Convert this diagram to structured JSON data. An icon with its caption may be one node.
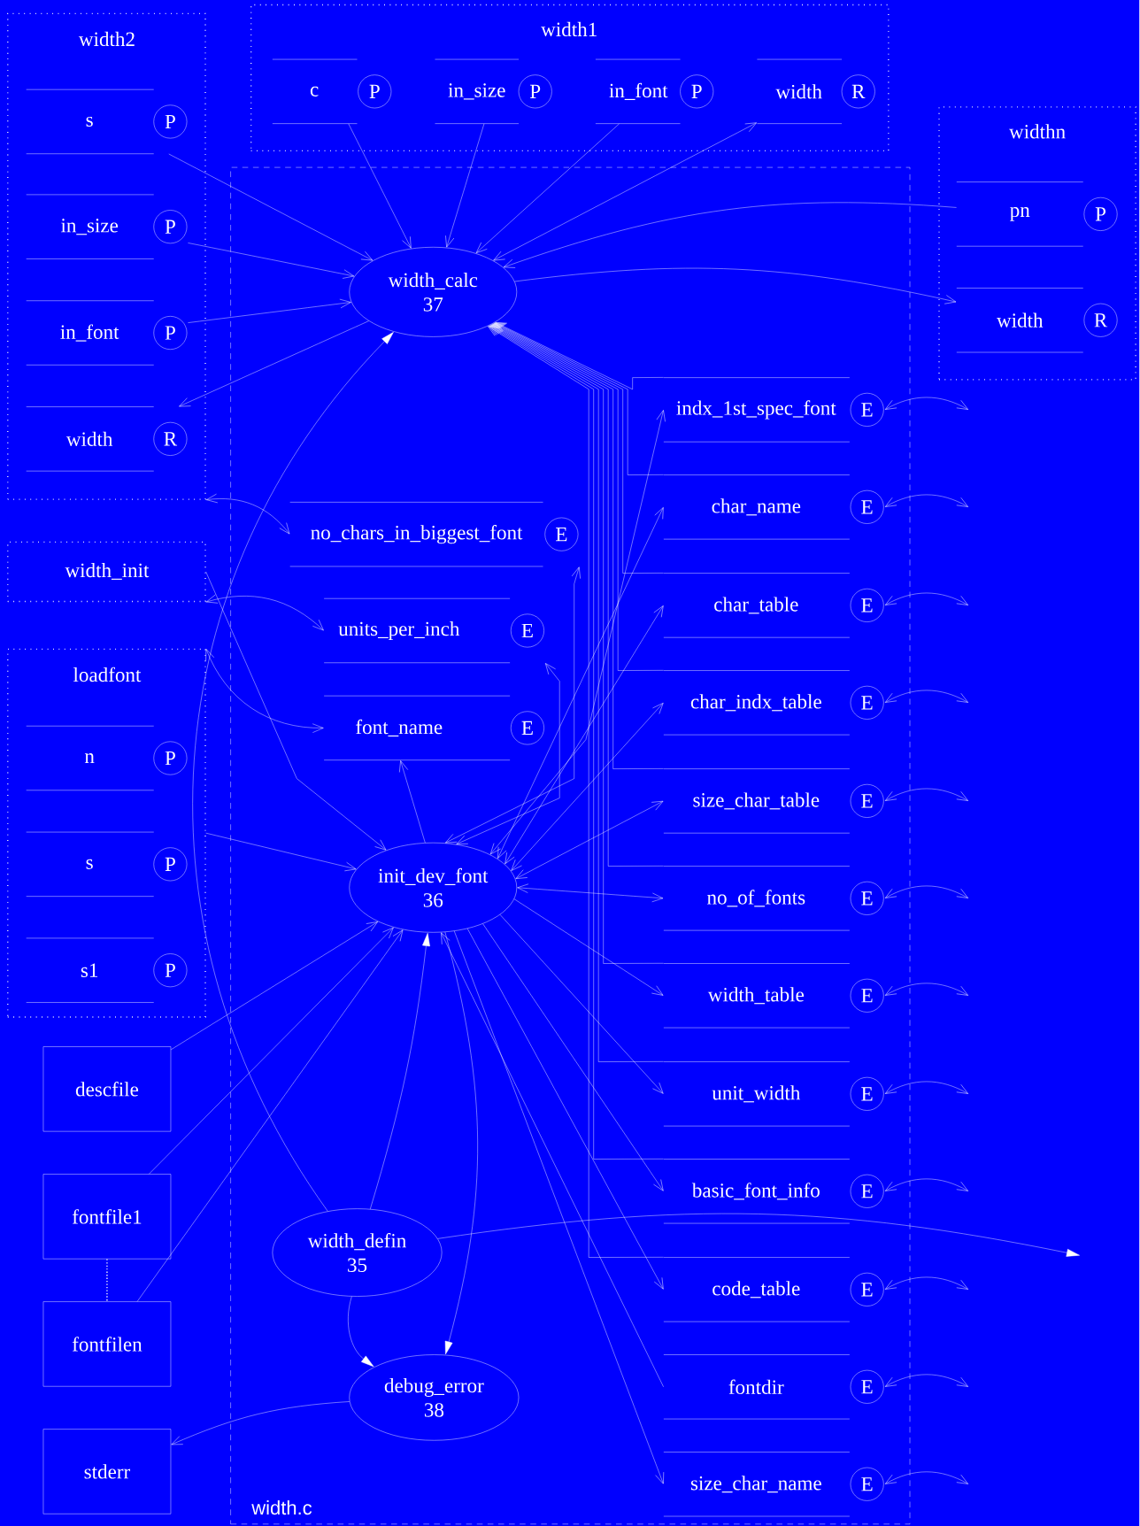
{
  "diagram": {
    "nodes": [
      {
        "text": [
          "width2"
        ]
      },
      {
        "text": [
          "s",
          "P"
        ],
        "in": 0
      },
      {
        "text": [
          "in_size",
          "P"
        ],
        "in": 0
      },
      {
        "text": [
          "in_font",
          "P"
        ],
        "in": 0
      },
      {
        "text": [
          "width",
          "R"
        ],
        "in": 0
      },
      {
        "text": [
          "width1"
        ]
      },
      {
        "text": [
          "c",
          "P"
        ],
        "in": 5
      },
      {
        "text": [
          "in_size",
          "P"
        ],
        "in": 5
      },
      {
        "text": [
          "in_font",
          "P"
        ],
        "in": 5
      },
      {
        "text": [
          "width",
          "R"
        ],
        "in": 5
      },
      {
        "text": [
          "widthn"
        ]
      },
      {
        "text": [
          "pn",
          "P"
        ],
        "in": 10
      },
      {
        "text": [
          "width",
          "R"
        ],
        "in": 10
      },
      {
        "text": [
          "width_init"
        ]
      },
      {
        "text": [
          "loadfont"
        ]
      },
      {
        "text": [
          "n",
          "P"
        ],
        "in": 14
      },
      {
        "text": [
          "s",
          "P"
        ],
        "in": 14
      },
      {
        "text": [
          "s1",
          "P"
        ],
        "in": 14
      },
      {
        "text": [
          "width.c"
        ]
      },
      {
        "text": [
          "width_calc",
          "37"
        ],
        "in": 18
      },
      {
        "text": [
          "init_dev_font",
          "36"
        ],
        "in": 18
      },
      {
        "text": [
          "width_defin",
          "35"
        ],
        "in": 18
      },
      {
        "text": [
          "debug_error",
          "38"
        ],
        "in": 18
      },
      {
        "text": [
          "no_chars_in_biggest_font",
          "E"
        ],
        "in": 18
      },
      {
        "text": [
          "units_per_inch",
          "E"
        ],
        "in": 18
      },
      {
        "text": [
          "font_name",
          "E"
        ],
        "in": 18
      },
      {
        "text": [
          "indx_1st_spec_font",
          "E"
        ],
        "in": 18
      },
      {
        "text": [
          "char_name",
          "E"
        ],
        "in": 18
      },
      {
        "text": [
          "char_table",
          "E"
        ],
        "in": 18
      },
      {
        "text": [
          "char_indx_table",
          "E"
        ],
        "in": 18
      },
      {
        "text": [
          "size_char_table",
          "E"
        ],
        "in": 18
      },
      {
        "text": [
          "no_of_fonts",
          "E"
        ],
        "in": 18
      },
      {
        "text": [
          "width_table",
          "E"
        ],
        "in": 18
      },
      {
        "text": [
          "unit_width",
          "E"
        ],
        "in": 18
      },
      {
        "text": [
          "basic_font_info",
          "E"
        ],
        "in": 18
      },
      {
        "text": [
          "code_table",
          "E"
        ],
        "in": 18
      },
      {
        "text": [
          "fontdir",
          "E"
        ],
        "in": 18
      },
      {
        "text": [
          "size_char_name",
          "E"
        ],
        "in": 18
      },
      {
        "text": [
          "descfile"
        ]
      },
      {
        "text": [
          "fontfile1"
        ]
      },
      {
        "text": [
          "fontfilen"
        ]
      },
      {
        "text": [
          "stderr"
        ]
      }
    ],
    "edges": [
      {
        "from": 1,
        "to": 19,
        "arrow": "to"
      },
      {
        "from": 2,
        "to": 19,
        "arrow": "to"
      },
      {
        "from": 3,
        "to": 19,
        "arrow": "to"
      },
      {
        "from": 19,
        "to": 4,
        "arrow": "to"
      },
      {
        "from": 6,
        "to": 19,
        "arrow": "to"
      },
      {
        "from": 7,
        "to": 19,
        "arrow": "to"
      },
      {
        "from": 8,
        "to": 19,
        "arrow": "to"
      },
      {
        "from": 19,
        "to": 9,
        "arrow": "both"
      },
      {
        "from": 11,
        "to": 19,
        "arrow": "to"
      },
      {
        "from": 19,
        "to": 12,
        "arrow": "to"
      },
      {
        "from": 26,
        "to": 19,
        "arrow": "to"
      },
      {
        "from": 27,
        "to": 19,
        "arrow": "to"
      },
      {
        "from": 28,
        "to": 19,
        "arrow": "to"
      },
      {
        "from": 29,
        "to": 19,
        "arrow": "to"
      },
      {
        "from": 30,
        "to": 19,
        "arrow": "to"
      },
      {
        "from": 31,
        "to": 19,
        "arrow": "to"
      },
      {
        "from": 32,
        "to": 19,
        "arrow": "to"
      },
      {
        "from": 33,
        "to": 19,
        "arrow": "to"
      },
      {
        "from": 34,
        "to": 19,
        "arrow": "to"
      },
      {
        "from": 35,
        "to": 19,
        "arrow": "to"
      },
      {
        "from": 21,
        "to": 19,
        "arrow": "to"
      },
      {
        "from": 21,
        "to": 20,
        "arrow": "to"
      },
      {
        "from": 20,
        "to": 22,
        "arrow": "to"
      },
      {
        "from": 21,
        "to": 22,
        "arrow": "to"
      },
      {
        "from": 22,
        "to": 41,
        "arrow": "to"
      },
      {
        "from": 21,
        "to": null,
        "arrow": "to"
      },
      {
        "from": 13,
        "to": 20,
        "arrow": "to"
      },
      {
        "from": 14,
        "to": 20,
        "arrow": "to"
      },
      {
        "from": 38,
        "to": 20,
        "arrow": "to"
      },
      {
        "from": 39,
        "to": 20,
        "arrow": "to"
      },
      {
        "from": 40,
        "to": 20,
        "arrow": "to"
      },
      {
        "from": 20,
        "to": 23,
        "arrow": "both"
      },
      {
        "from": 20,
        "to": 24,
        "arrow": "both"
      },
      {
        "from": 20,
        "to": 25,
        "arrow": "to"
      },
      {
        "from": 20,
        "to": 26,
        "arrow": "both"
      },
      {
        "from": 20,
        "to": 27,
        "arrow": "both"
      },
      {
        "from": 20,
        "to": 28,
        "arrow": "both"
      },
      {
        "from": 20,
        "to": 29,
        "arrow": "both"
      },
      {
        "from": 20,
        "to": 30,
        "arrow": "both"
      },
      {
        "from": 20,
        "to": 31,
        "arrow": "both"
      },
      {
        "from": 20,
        "to": 32,
        "arrow": "to"
      },
      {
        "from": 20,
        "to": 33,
        "arrow": "to"
      },
      {
        "from": 20,
        "to": 34,
        "arrow": "to"
      },
      {
        "from": 20,
        "to": 35,
        "arrow": "to"
      },
      {
        "from": 20,
        "to": 37,
        "arrow": "to"
      },
      {
        "from": 36,
        "to": 20,
        "arrow": "to"
      },
      {
        "from": 26,
        "to": null,
        "arrow": "both"
      },
      {
        "from": 27,
        "to": null,
        "arrow": "both"
      },
      {
        "from": 28,
        "to": null,
        "arrow": "both"
      },
      {
        "from": 29,
        "to": null,
        "arrow": "both"
      },
      {
        "from": 30,
        "to": null,
        "arrow": "both"
      },
      {
        "from": 31,
        "to": null,
        "arrow": "both"
      },
      {
        "from": 32,
        "to": null,
        "arrow": "both"
      },
      {
        "from": 33,
        "to": null,
        "arrow": "both"
      },
      {
        "from": 34,
        "to": null,
        "arrow": "both"
      },
      {
        "from": 35,
        "to": null,
        "arrow": "both"
      },
      {
        "from": 36,
        "to": null,
        "arrow": "both"
      },
      {
        "from": 37,
        "to": null,
        "arrow": "both"
      },
      {
        "from": 23,
        "to": 0,
        "arrow": "both"
      },
      {
        "from": 24,
        "to": 13,
        "arrow": "both"
      },
      {
        "from": 25,
        "to": 14,
        "arrow": "both"
      },
      {
        "from": 39,
        "to": 40,
        "arrow": "none",
        "style": "dashed"
      }
    ]
  }
}
